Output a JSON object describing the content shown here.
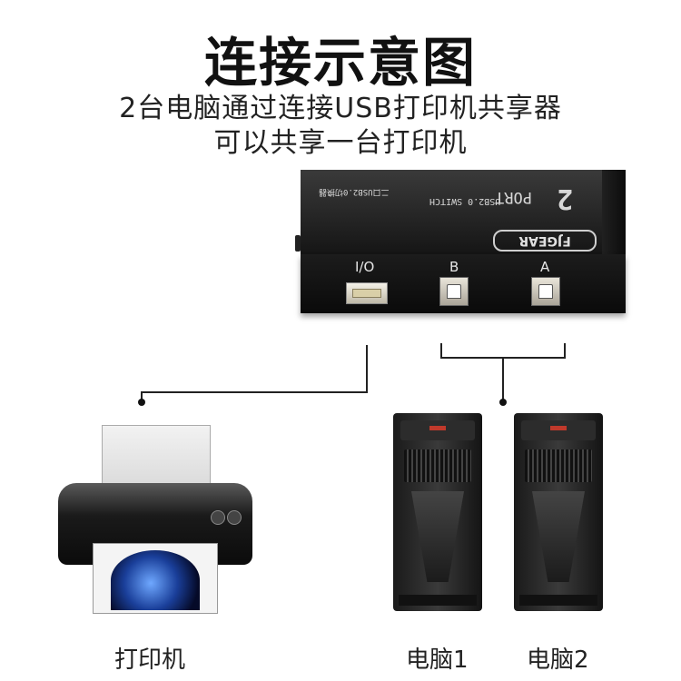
{
  "title": "连接示意图",
  "subtitle_line1": "2台电脑通过连接USB打印机共享器",
  "subtitle_line2": "可以共享一台打印机",
  "switch": {
    "port_count_text": "PORT",
    "port_count_number": "2",
    "model_text": "USB2.0  SWITCH",
    "cn_label_text": "二口USB2.0切换器",
    "brand": "FJGEAR",
    "ports": [
      {
        "label": "I/O"
      },
      {
        "label": "B"
      },
      {
        "label": "A"
      }
    ]
  },
  "devices": {
    "printer_label": "打印机",
    "pc1_label": "电脑1",
    "pc2_label": "电脑2"
  },
  "colors": {
    "background": "#ffffff",
    "device_body": "#151515",
    "line": "#222222"
  }
}
